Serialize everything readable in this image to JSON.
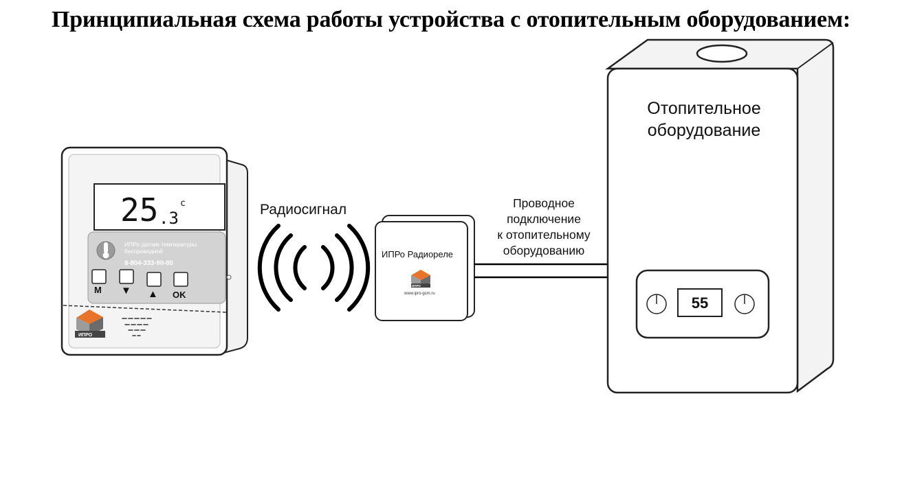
{
  "title": "Принципиальная схема работы устройства с отопительным оборудованием:",
  "sensor": {
    "display_value": "25",
    "display_decimal": ".3",
    "display_unit": "c",
    "label_line1": "ИПРо датчик температуры",
    "label_line2": "беспроводной",
    "phone": "8-804-333-90-80",
    "buttons": [
      "M",
      "▼",
      "▲",
      "OK"
    ],
    "brand": "ИПРО"
  },
  "radio_signal_label": "Радиосигнал",
  "relay": {
    "label": "ИПРо Радиореле",
    "brand": "ИПРО",
    "url": "www.ipro-gsm.ru"
  },
  "wire_label": [
    "Проводное",
    "подключение",
    "к отопительному",
    "оборудованию"
  ],
  "heater": {
    "label_line1": "Отопительное",
    "label_line2": "оборудование",
    "display_value": "55"
  }
}
